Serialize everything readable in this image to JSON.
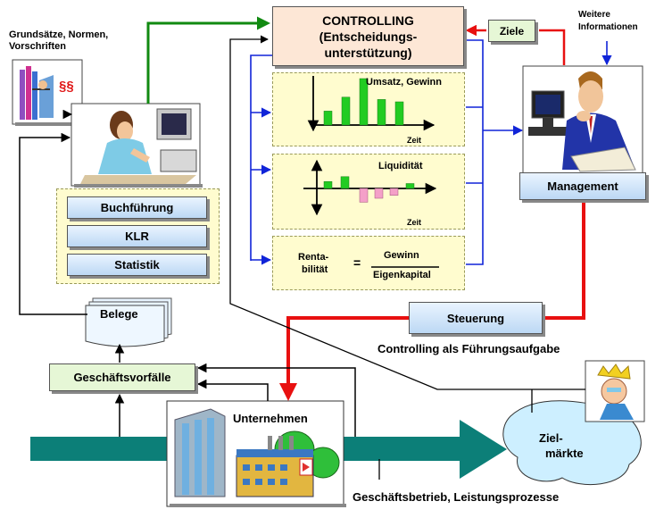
{
  "controlling": {
    "title": "CONTROLLING",
    "subtitle_line1": "(Entscheidungs-",
    "subtitle_line2": "unterstützung)"
  },
  "ziele": "Ziele",
  "weitere_line1": "Weitere",
  "weitere_line2": "Informationen",
  "grundsaetze_line1": "Grundsätze, Normen,",
  "grundsaetze_line2": "Vorschriften",
  "paragraph_sign": "§§",
  "accounting": [
    "Buchführung",
    "KLR",
    "Statistik"
  ],
  "belege": "Belege",
  "geschaeftsvorfaelle": "Geschäftsvorfälle",
  "unternehmen": "Unternehmen",
  "zielmaerkte_line1": "Ziel-",
  "zielmaerkte_line2": "märkte",
  "management": "Management",
  "steuerung": "Steuerung",
  "caption_fuehrung": "Controlling als Führungsaufgabe",
  "caption_betrieb": "Geschäftsbetrieb, Leistungsprozesse",
  "panel_umsatz": {
    "title": "Umsatz, Gewinn",
    "axis": "Zeit",
    "bars": [
      0.3,
      0.6,
      1.0,
      0.55,
      0.5
    ]
  },
  "panel_liquiditaet": {
    "title": "Liquidität",
    "axis": "Zeit",
    "bars": [
      0.35,
      0.6,
      -0.7,
      -0.5,
      -0.35,
      0.25
    ]
  },
  "panel_rentabilitaet": {
    "label_line1": "Renta-",
    "label_line2": "bilität",
    "equals": "=",
    "numerator": "Gewinn",
    "denominator": "Eigenkapital"
  },
  "colors": {
    "flow_blue": "#1024d8",
    "flow_red": "#e81010",
    "flow_green": "#118a11",
    "teal_arrow": "#0c7f78",
    "bar_green": "#22cc22",
    "bar_pink": "#f4a0c8"
  }
}
